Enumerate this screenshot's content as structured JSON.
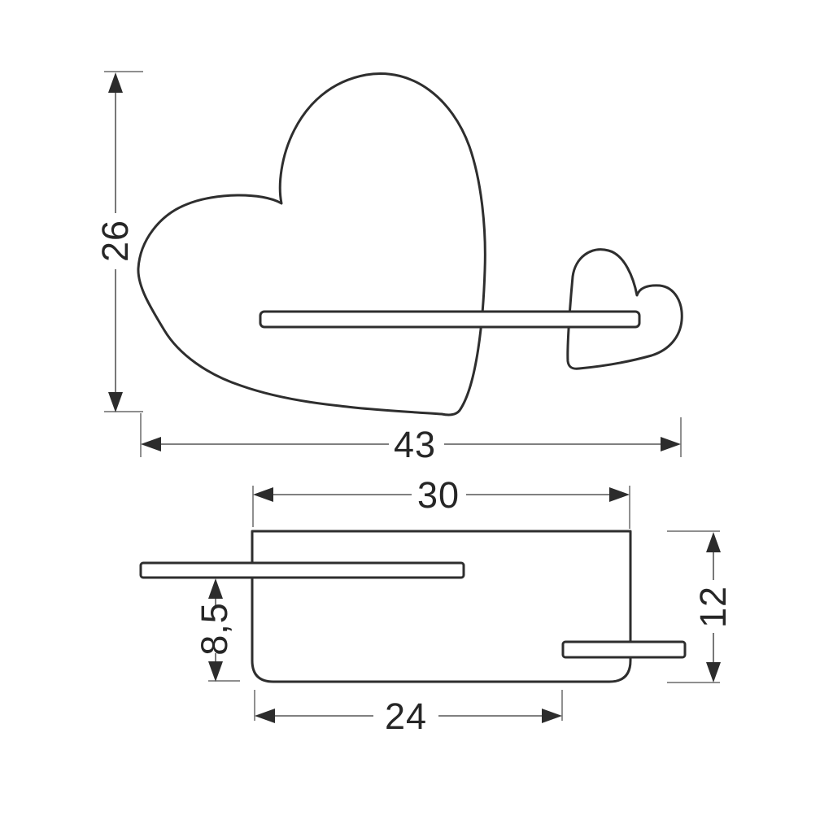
{
  "drawing": {
    "type": "technical-dimension-drawing",
    "units_shown": false,
    "colors": {
      "background": "#ffffff",
      "outline": "#2e2e2e",
      "dimension_line": "#565656",
      "text": "#262626"
    },
    "front_view": {
      "description": "heart shaped wall lamp with shelf, front projection",
      "dim_height": "26",
      "dim_width": "43"
    },
    "side_view": {
      "description": "side projection with shelf and mounting body",
      "dim_top_width": "30",
      "dim_shelf_to_bottom": "8,5",
      "dim_height": "12",
      "dim_bottom_width": "24"
    }
  }
}
